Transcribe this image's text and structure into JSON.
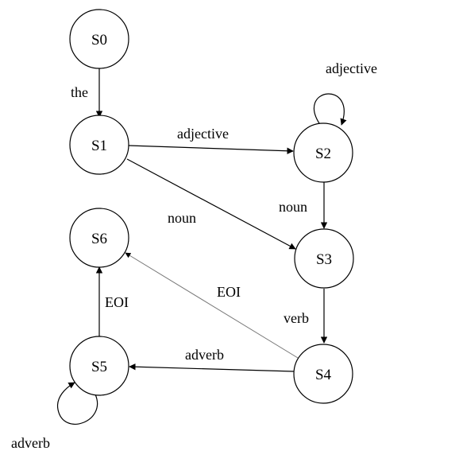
{
  "diagram": {
    "states": [
      {
        "id": "S0",
        "label": "S0"
      },
      {
        "id": "S1",
        "label": "S1"
      },
      {
        "id": "S2",
        "label": "S2"
      },
      {
        "id": "S3",
        "label": "S3"
      },
      {
        "id": "S4",
        "label": "S4"
      },
      {
        "id": "S5",
        "label": "S5"
      },
      {
        "id": "S6",
        "label": "S6"
      }
    ],
    "transitions": [
      {
        "from": "S0",
        "to": "S1",
        "label": "the"
      },
      {
        "from": "S1",
        "to": "S2",
        "label": "adjective"
      },
      {
        "from": "S2",
        "to": "S2",
        "label": "adjective"
      },
      {
        "from": "S1",
        "to": "S3",
        "label": "noun"
      },
      {
        "from": "S2",
        "to": "S3",
        "label": "noun"
      },
      {
        "from": "S3",
        "to": "S4",
        "label": "verb"
      },
      {
        "from": "S4",
        "to": "S5",
        "label": "adverb"
      },
      {
        "from": "S5",
        "to": "S5",
        "label": "adverb"
      },
      {
        "from": "S4",
        "to": "S6",
        "label": "EOI"
      },
      {
        "from": "S5",
        "to": "S6",
        "label": "EOI"
      }
    ]
  }
}
